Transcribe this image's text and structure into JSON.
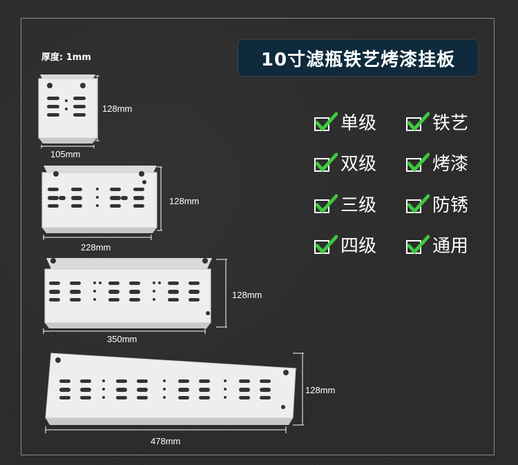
{
  "title": "10寸滤瓶铁艺烤漆挂板",
  "thickness_label": "厚度: 1mm",
  "features": [
    {
      "label": "单级"
    },
    {
      "label": "铁艺"
    },
    {
      "label": "双级"
    },
    {
      "label": "烤漆"
    },
    {
      "label": "三级"
    },
    {
      "label": "防锈"
    },
    {
      "label": "四级"
    },
    {
      "label": "通用"
    }
  ],
  "panels": [
    {
      "width_label": "105mm",
      "height_label": "128mm"
    },
    {
      "width_label": "228mm",
      "height_label": "128mm"
    },
    {
      "width_label": "350mm",
      "height_label": "128mm"
    },
    {
      "width_label": "478mm",
      "height_label": "128mm"
    }
  ],
  "colors": {
    "check": "#3ec93e",
    "title_bg": "#0f2a3c",
    "background": "#2b2b2b"
  }
}
